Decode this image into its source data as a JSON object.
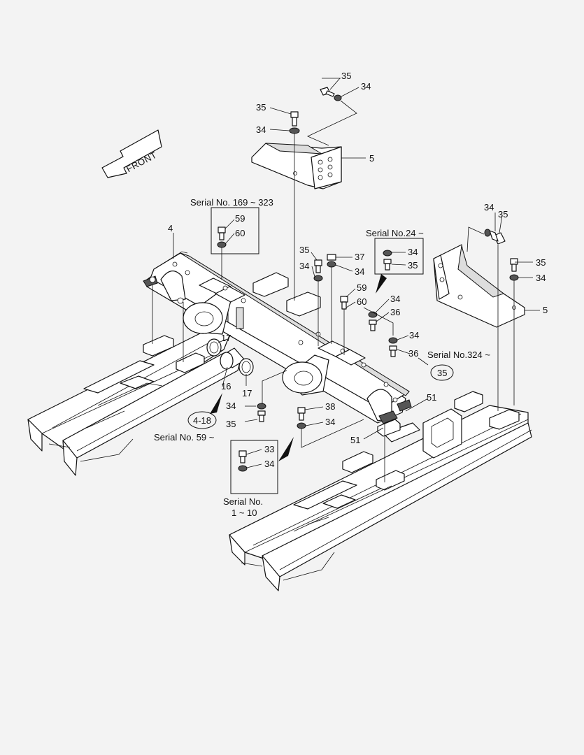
{
  "front_label": "FRONT",
  "part_numbers": {
    "p4": "4",
    "p5_top": "5",
    "p5_right": "5",
    "p16": "16",
    "p17_a": "17",
    "p17_b": "17",
    "p33": "33",
    "p34_top_a": "34",
    "p34_top_b": "34",
    "p34_mid_a": "34",
    "p34_mid_b": "34",
    "p34_box24": "34",
    "p34_c": "34",
    "p34_d": "34",
    "p34_right_a": "34",
    "p34_right_b": "34",
    "p34_lower": "34",
    "p34_e": "34",
    "p34_box1": "34",
    "p35_top_a": "35",
    "p35_top_b": "35",
    "p35_mid": "35",
    "p35_box24": "35",
    "p35_right_a": "35",
    "p35_right_b": "35",
    "p35_lower": "35",
    "p36_a": "36",
    "p36_b": "36",
    "p37": "37",
    "p38": "38",
    "p51_a": "51",
    "p51_b": "51",
    "p59_box": "59",
    "p59": "59",
    "p60_box": "60",
    "p60": "60"
  },
  "serial_notes": {
    "s169": "Serial No. 169 ~ 323",
    "s24": "Serial No.24 ~",
    "s324": "Serial No.324 ~",
    "s59": "Serial No. 59 ~",
    "s1_line1": "Serial No.",
    "s1_line2": "1 ~ 10"
  },
  "references": {
    "ref_4_18": "4-18",
    "ref_35": "35"
  }
}
